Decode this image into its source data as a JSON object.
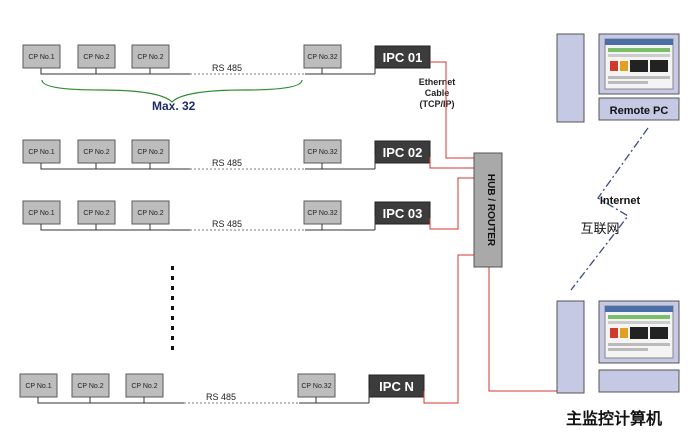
{
  "networks": [
    {
      "ipc_label": "IPC 01",
      "cp_labels": [
        "CP No.1",
        "CP No.2",
        "CP No.2",
        "CP No.32"
      ],
      "bus_label": "RS 485"
    },
    {
      "ipc_label": "IPC 02",
      "cp_labels": [
        "CP No.1",
        "CP No.2",
        "CP No.2",
        "CP No.32"
      ],
      "bus_label": "RS 485"
    },
    {
      "ipc_label": "IPC 03",
      "cp_labels": [
        "CP No.1",
        "CP No.2",
        "CP No.2",
        "CP No.32"
      ],
      "bus_label": "RS 485"
    },
    {
      "ipc_label": "IPC N",
      "cp_labels": [
        "CP No.1",
        "CP No.2",
        "CP No.2",
        "CP No.32"
      ],
      "bus_label": "RS 485"
    }
  ],
  "max_label": "Max. 32",
  "ethernet_label": [
    "Ethernet",
    "Cable",
    "(TCP/IP)"
  ],
  "hub_label": "HUB / ROUTER",
  "remote_pc_label": "Remote PC",
  "internet_label": "Internet",
  "internet_cn_label": "互联网",
  "main_pc_label": "主监控计算机",
  "colors": {
    "cable": "#d9342b",
    "ipc": "#3c3c3c",
    "cp_box": "#bdbdbd",
    "hub": "#a9a9a9",
    "tower": "#c5c9e3",
    "max_brace": "#2e8b2e",
    "max_text": "#1d2a6b",
    "internet_link": "#3a4a8a"
  }
}
